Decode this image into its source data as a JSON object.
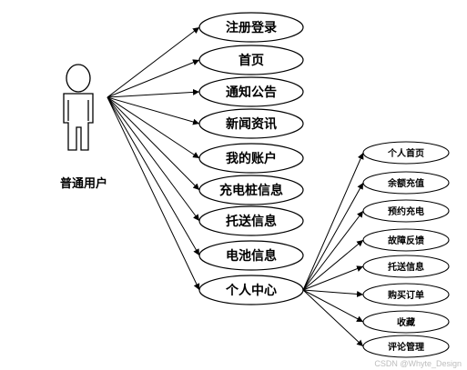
{
  "actor": {
    "label": "普通用户",
    "icon": "person-icon"
  },
  "use_cases": [
    {
      "id": "register-login",
      "label": "注册登录"
    },
    {
      "id": "home",
      "label": "首页"
    },
    {
      "id": "notice",
      "label": "通知公告"
    },
    {
      "id": "news",
      "label": "新闻资讯"
    },
    {
      "id": "my-account",
      "label": "我的账户"
    },
    {
      "id": "charging-pile-info",
      "label": "充电桩信息"
    },
    {
      "id": "consignment-info",
      "label": "托送信息"
    },
    {
      "id": "battery-info",
      "label": "电池信息"
    },
    {
      "id": "personal-center",
      "label": "个人中心"
    }
  ],
  "personal_center_items": [
    {
      "id": "personal-home",
      "label": "个人首页"
    },
    {
      "id": "balance-recharge",
      "label": "余额充值"
    },
    {
      "id": "reserve-charging",
      "label": "预约充电"
    },
    {
      "id": "fault-feedback",
      "label": "故障反馈"
    },
    {
      "id": "consignment-info-sub",
      "label": "托送信息"
    },
    {
      "id": "purchase-orders",
      "label": "购买订单"
    },
    {
      "id": "favorites",
      "label": "收藏"
    },
    {
      "id": "comment-management",
      "label": "评论管理"
    }
  ],
  "watermark": "CSDN @Whyte_Design"
}
